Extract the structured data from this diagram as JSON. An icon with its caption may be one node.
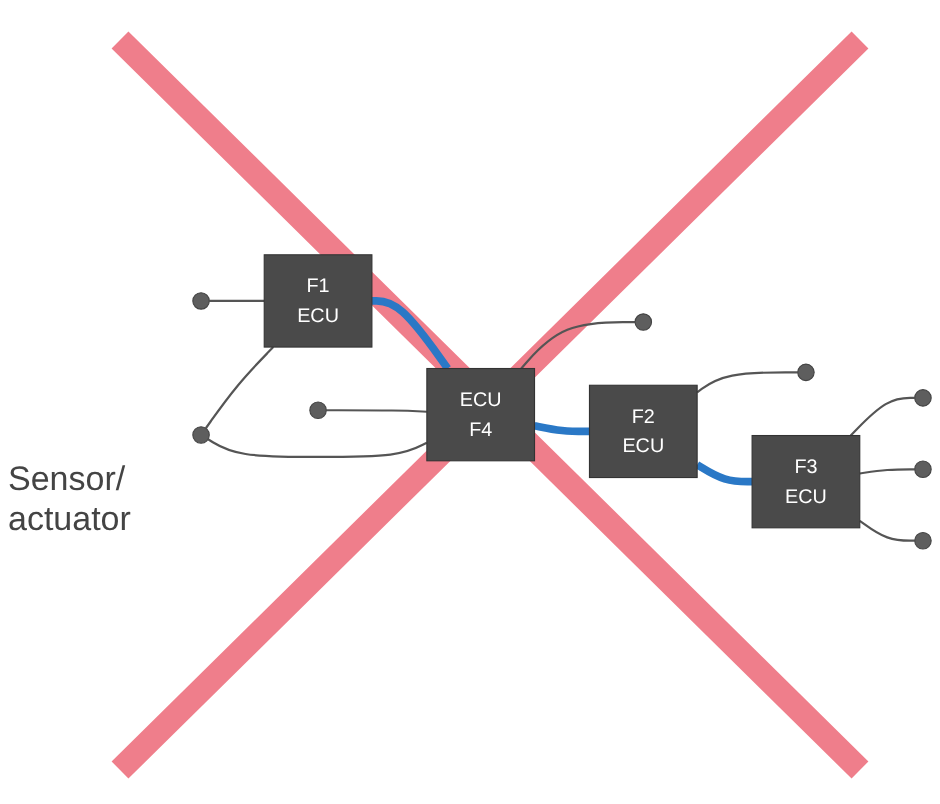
{
  "diagram": {
    "nodes": [
      {
        "text": [
          "F1",
          "ECU"
        ]
      },
      {
        "text": [
          "F2",
          "ECU"
        ]
      },
      {
        "text": [
          "F3",
          "ECU"
        ]
      },
      {
        "text": [
          "ECU",
          "F4"
        ]
      },
      {
        "text": [],
        "shape": "circle"
      },
      {
        "text": [],
        "shape": "circle"
      },
      {
        "text": [],
        "shape": "circle"
      },
      {
        "text": [],
        "shape": "circle"
      },
      {
        "text": [],
        "shape": "circle"
      },
      {
        "text": [],
        "shape": "circle"
      },
      {
        "text": [],
        "shape": "circle"
      },
      {
        "text": [],
        "shape": "circle"
      }
    ],
    "edges": [
      {
        "from": 4,
        "to": 0,
        "arrow": "none"
      },
      {
        "from": 6,
        "to": 0,
        "arrow": "none"
      },
      {
        "from": 6,
        "to": 3,
        "arrow": "none"
      },
      {
        "from": 7,
        "to": 3,
        "arrow": "none"
      },
      {
        "from": 3,
        "to": 8,
        "arrow": "none"
      },
      {
        "from": 1,
        "to": 5,
        "arrow": "none"
      },
      {
        "from": 2,
        "to": 9,
        "arrow": "none"
      },
      {
        "from": 2,
        "to": 10,
        "arrow": "none"
      },
      {
        "from": 2,
        "to": 11,
        "arrow": "none"
      },
      {
        "from": 0,
        "to": 3,
        "arrow": "none",
        "style": "thick",
        "color": "#2a78c6"
      },
      {
        "from": 3,
        "to": 1,
        "arrow": "none",
        "style": "thick",
        "color": "#2a78c6"
      },
      {
        "from": 1,
        "to": 2,
        "arrow": "none",
        "style": "thick",
        "color": "#2a78c6"
      }
    ],
    "labels": [
      "Sensor/ actuator"
    ]
  }
}
